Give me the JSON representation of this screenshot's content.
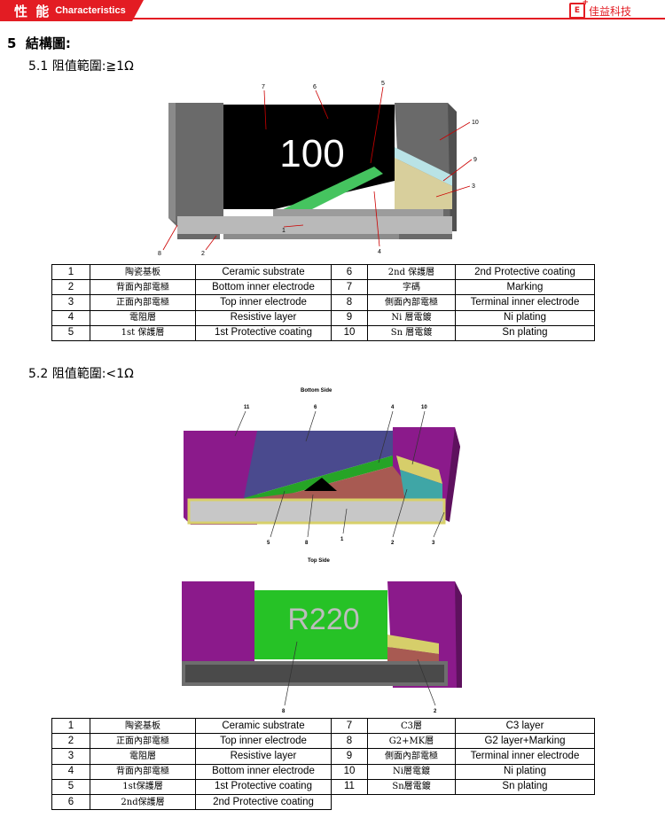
{
  "header": {
    "tab_zh": "性 能",
    "tab_en": "Characteristics",
    "brand_logo": "E",
    "brand_text": "佳益科技"
  },
  "section": {
    "number": "5",
    "title": "結構圖:"
  },
  "part1": {
    "title": "5.1 阻值範圍:≧1Ω",
    "marking": "100",
    "callouts": [
      "7",
      "6",
      "5",
      "10",
      "9",
      "3",
      "8",
      "2",
      "1",
      "4"
    ],
    "rows": [
      [
        "1",
        "陶瓷基板",
        "Ceramic substrate",
        "6",
        "2nd 保護層",
        "2nd Protective coating"
      ],
      [
        "2",
        "背面內部電極",
        "Bottom inner electrode",
        "7",
        "字碼",
        "Marking"
      ],
      [
        "3",
        "正面內部電極",
        "Top inner electrode",
        "8",
        "側面內部電極",
        "Terminal inner electrode"
      ],
      [
        "4",
        "電阻層",
        "Resistive layer",
        "9",
        "Ni 層電鍍",
        "Ni plating"
      ],
      [
        "5",
        "1st  保護層",
        "1st Protective coating",
        "10",
        "Sn 層電鍍",
        "Sn plating"
      ]
    ]
  },
  "part2": {
    "title": "5.2 阻值範圍:<1Ω",
    "bottom_side_label": "Bottom Side",
    "top_side_label": "Top Side",
    "marking": "R220",
    "callouts_bottom": [
      "11",
      "6",
      "4",
      "10",
      "5",
      "8",
      "1",
      "2",
      "3"
    ],
    "callouts_top": [
      "8",
      "2"
    ],
    "rows": [
      [
        "1",
        "陶瓷基板",
        "Ceramic substrate",
        "7",
        "C3層",
        "C3 layer"
      ],
      [
        "2",
        "正面內部電極",
        "Top inner electrode",
        "8",
        "G2+MK層",
        "G2 layer+Marking"
      ],
      [
        "3",
        "電阻層",
        "Resistive layer",
        "9",
        "側面內部電極",
        "Terminal inner electrode"
      ],
      [
        "4",
        "背面內部電極",
        "Bottom inner electrode",
        "10",
        "Ni層電鍍",
        "Ni plating"
      ],
      [
        "5",
        "1st保護層",
        "1st Protective coating",
        "11",
        "Sn層電鍍",
        "Sn plating"
      ],
      [
        "6",
        "2nd保護層",
        "2nd Protective coating",
        "",
        "",
        ""
      ]
    ]
  },
  "colors": {
    "brand_red": "#e31c23",
    "sn_gray": "#6e6e6e",
    "sn_purple": "#8b1a8b",
    "coating_green": "#1fae1f"
  }
}
